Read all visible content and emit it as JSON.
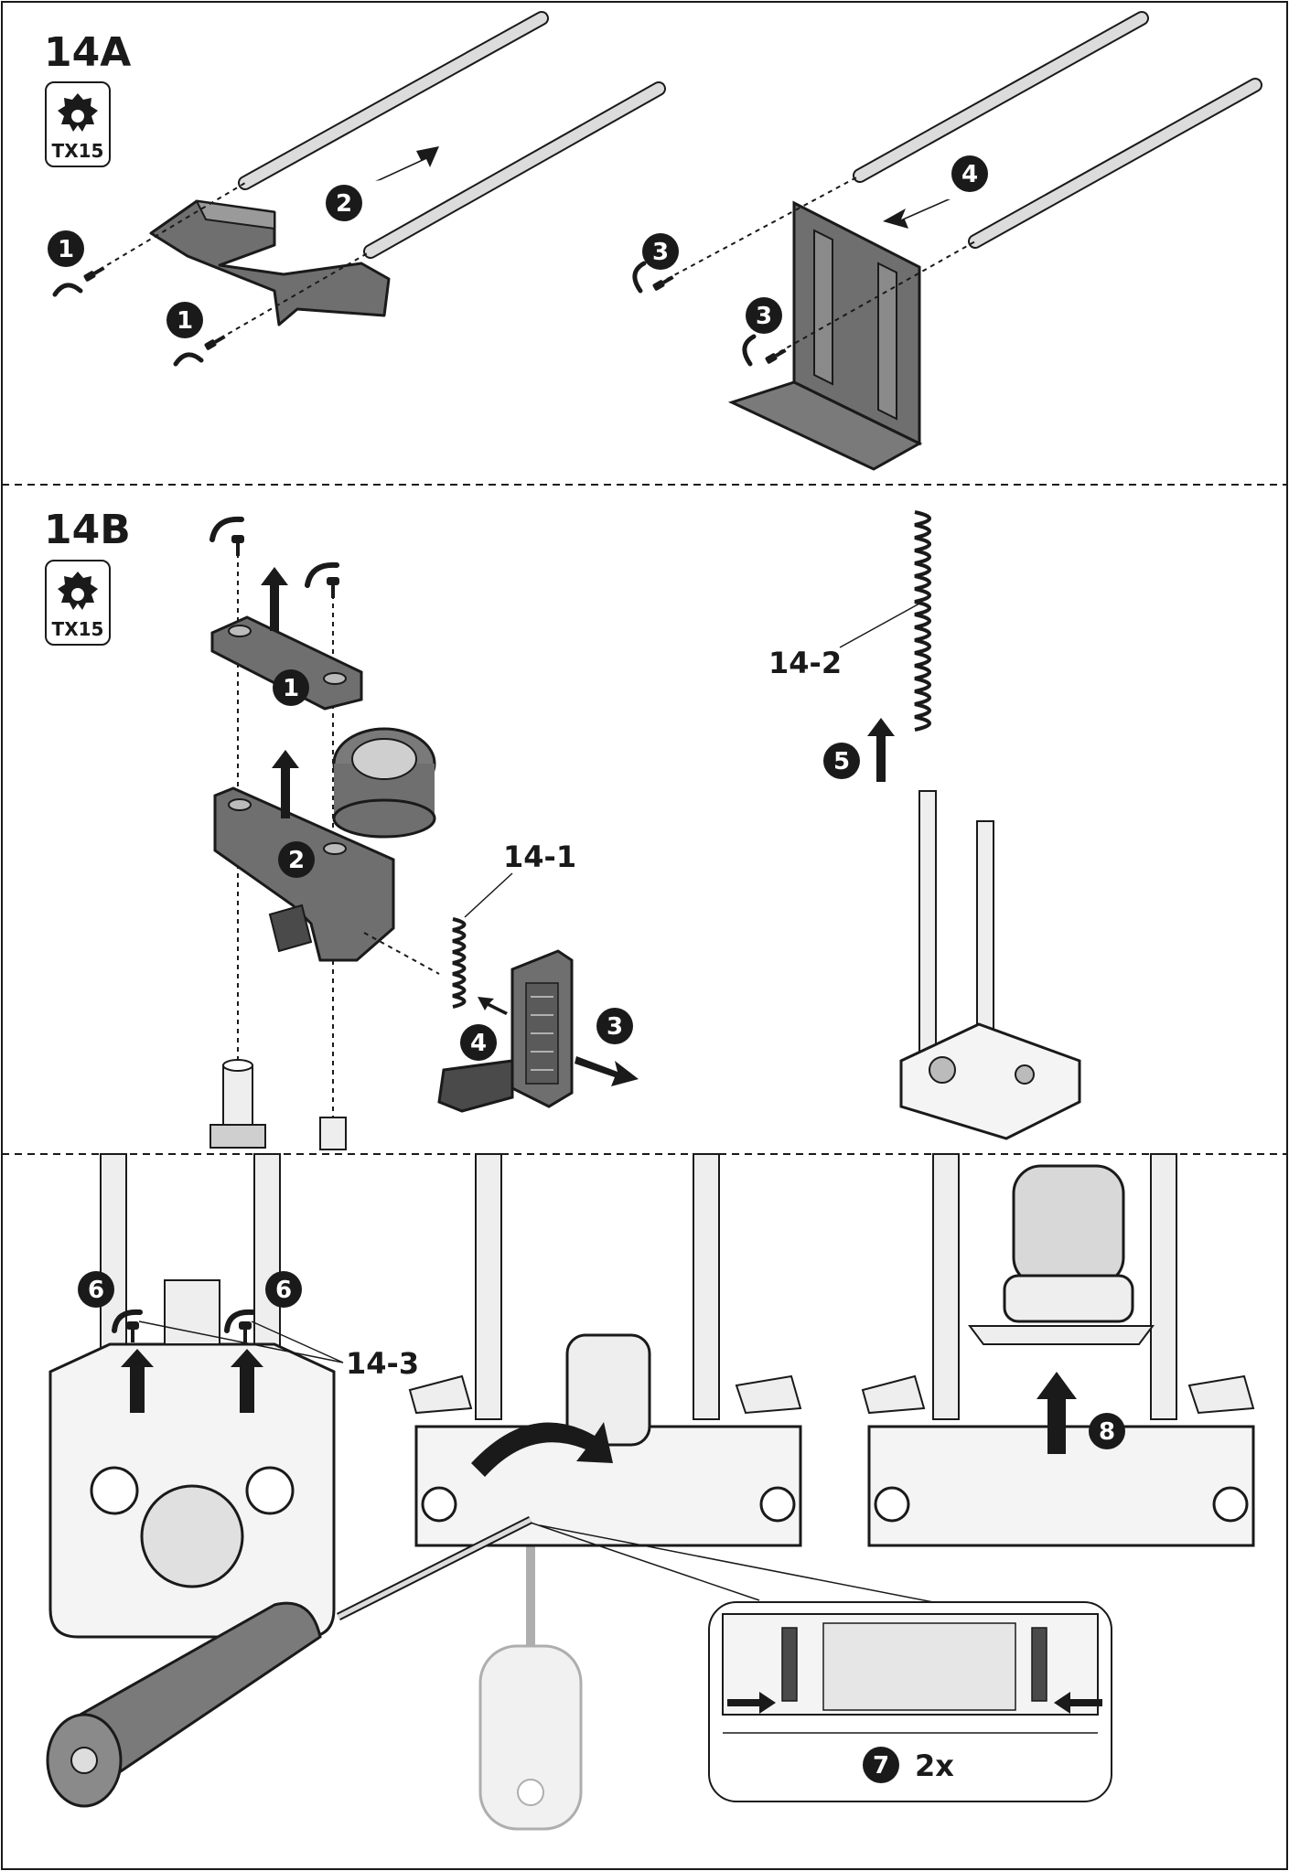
{
  "sections": {
    "a": {
      "title": "14A",
      "tool": "TX15"
    },
    "b": {
      "title": "14B",
      "tool": "TX15"
    }
  },
  "steps": {
    "s1": "1",
    "s2": "2",
    "s3": "3",
    "s4": "4",
    "s5": "5",
    "s6": "6",
    "s7": "7",
    "s8": "8"
  },
  "parts": {
    "p1": "14-1",
    "p2": "14-2",
    "p3": "14-3"
  },
  "detail": {
    "count": "2x"
  },
  "colors": {
    "ink": "#1a1a1a",
    "part_fill": "#6f6f6f",
    "part_dark": "#4a4a4a",
    "light_fill": "#eeeeee",
    "ghost": "#d8d8d8"
  }
}
